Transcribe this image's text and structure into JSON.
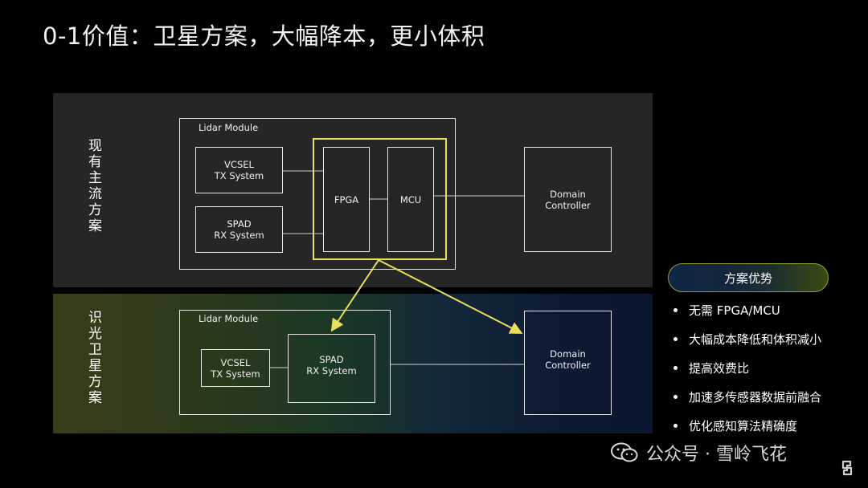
{
  "title": "0-1价值：卫星方案，大幅降本，更小体积",
  "schemes": {
    "current": {
      "label": "现有主流方案",
      "module_title": "Lidar Module",
      "vcsel": "VCSEL\nTX System",
      "spad": "SPAD\nRX System",
      "fpga": "FPGA",
      "mcu": "MCU",
      "domain": "Domain\nController"
    },
    "satellite": {
      "label": "识光卫星方案",
      "module_title": "Lidar Module",
      "vcsel": "VCSEL\nTX System",
      "spad": "SPAD\nRX System",
      "domain": "Domain\nController"
    }
  },
  "advantages": {
    "heading": "方案优势",
    "items": [
      "无需 FPGA/MCU",
      "大幅成本降低和体积减小",
      "提高效费比",
      "加速多传感器数据前融合",
      "优化感知算法精确度"
    ]
  },
  "watermark": "公众号 · 雪岭飞花",
  "colors": {
    "highlight": "#e8df5a",
    "top_panel": "#262626",
    "background": "#000000"
  }
}
